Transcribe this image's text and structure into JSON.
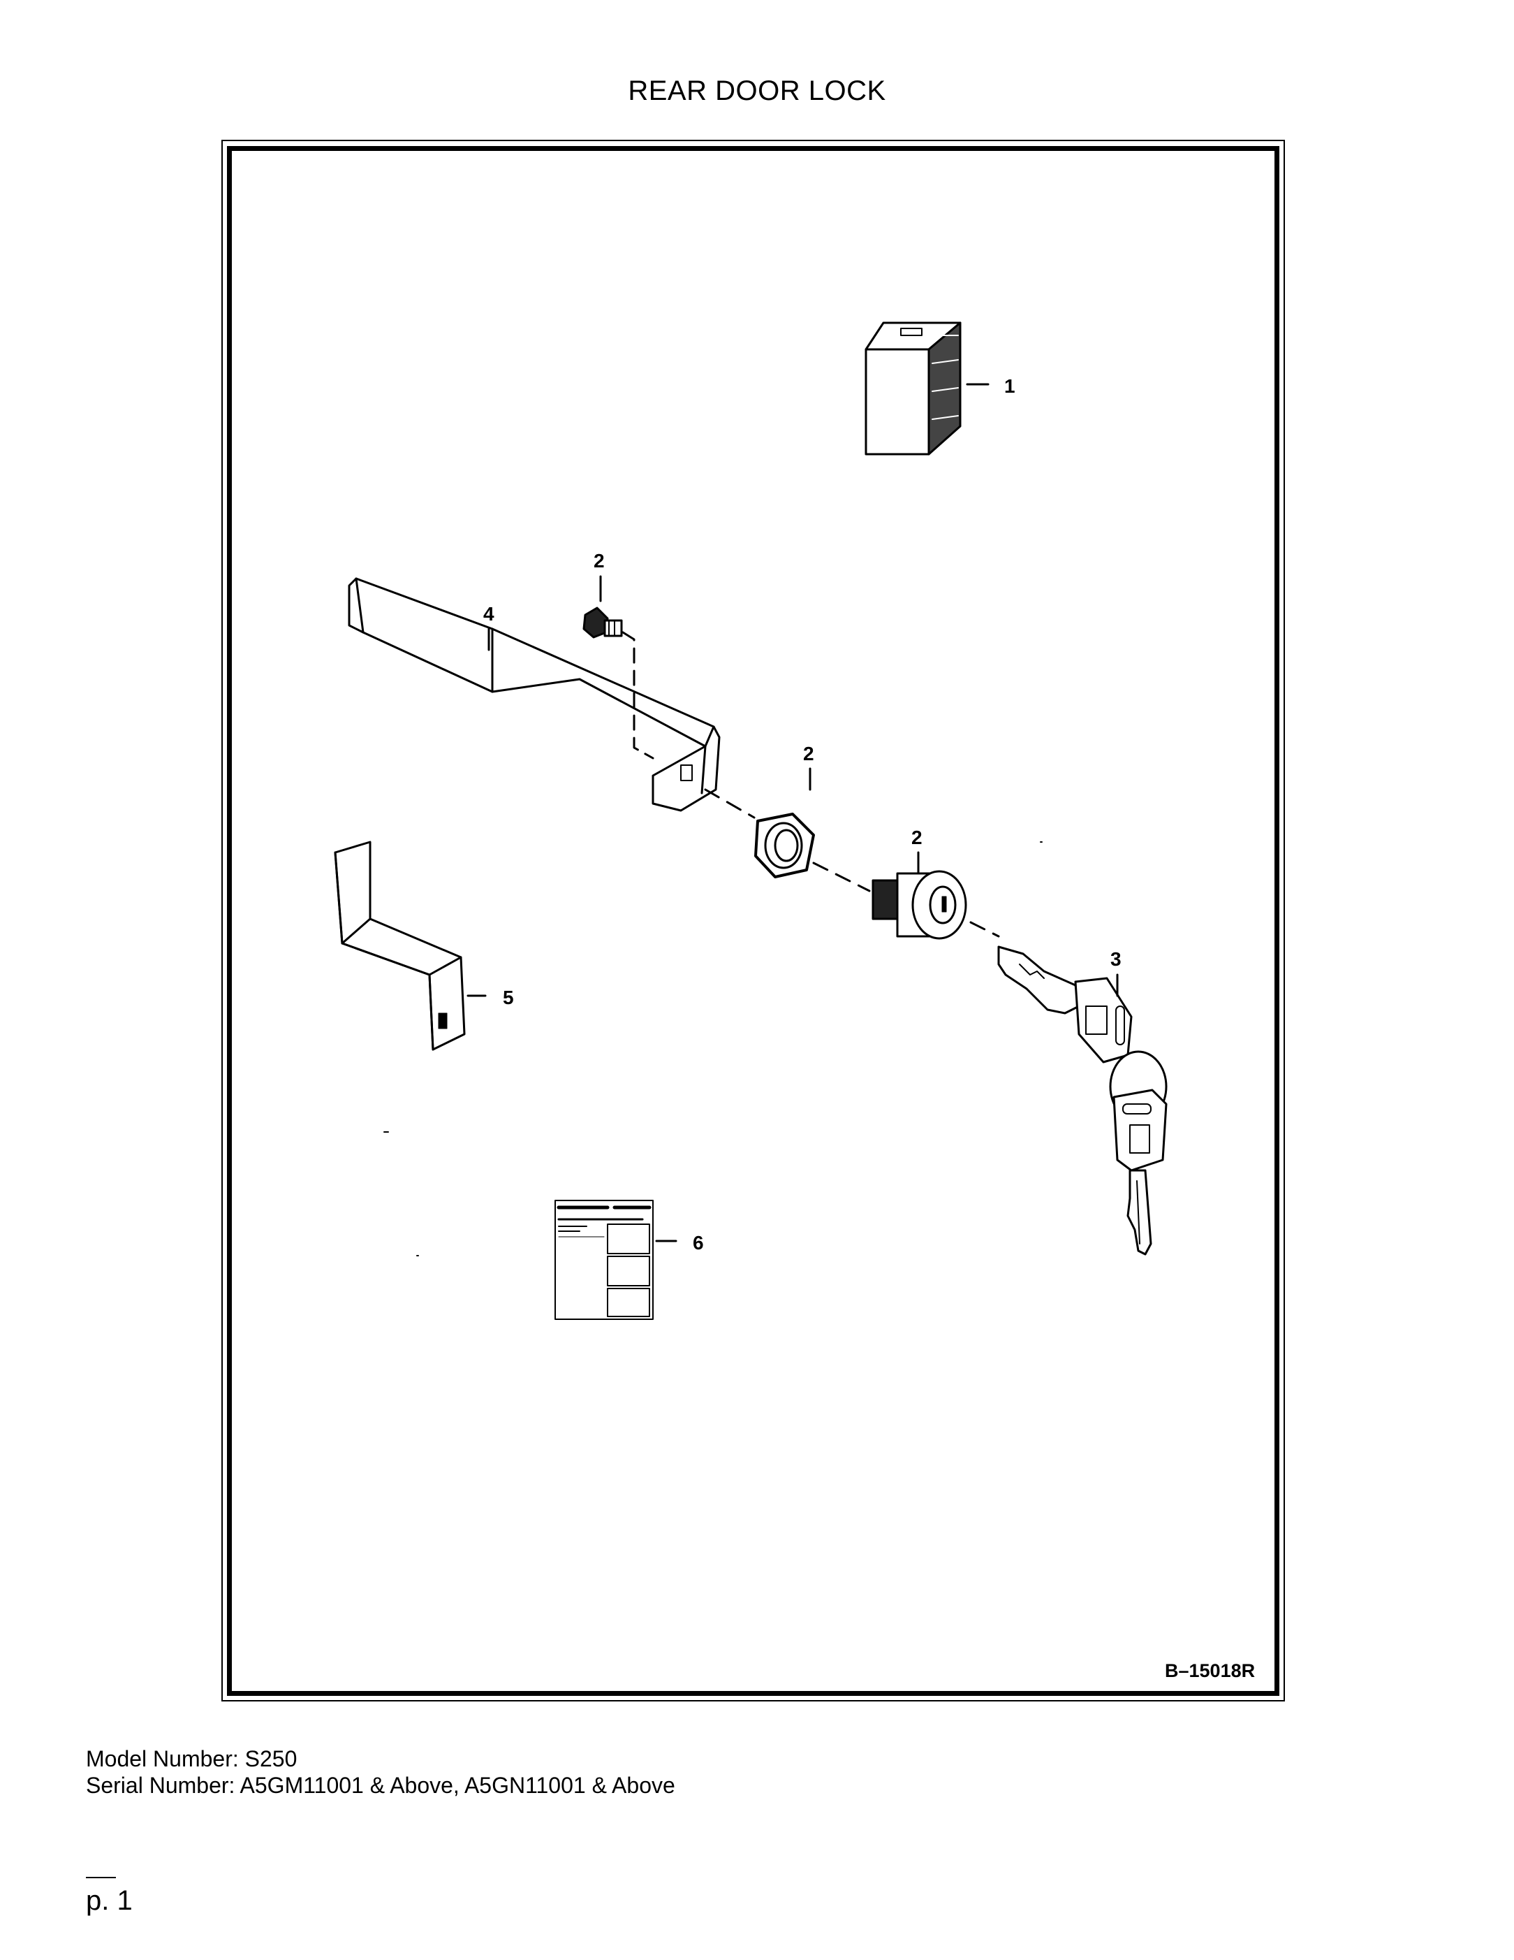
{
  "title": "REAR DOOR LOCK",
  "diagram": {
    "callouts": [
      {
        "id": "callout-1",
        "label": "1"
      },
      {
        "id": "callout-2-screw",
        "label": "2"
      },
      {
        "id": "callout-2-nut",
        "label": "2"
      },
      {
        "id": "callout-2-cylinder",
        "label": "2"
      },
      {
        "id": "callout-3",
        "label": "3"
      },
      {
        "id": "callout-4",
        "label": "4"
      },
      {
        "id": "callout-5",
        "label": "5"
      },
      {
        "id": "callout-6",
        "label": "6"
      }
    ],
    "drawing_id": "B–15018R"
  },
  "info": {
    "model_line": "Model Number: S250",
    "serial_line": "Serial Number: A5GM11001 & Above, A5GN11001 & Above"
  },
  "page": {
    "number": "p. 1"
  }
}
